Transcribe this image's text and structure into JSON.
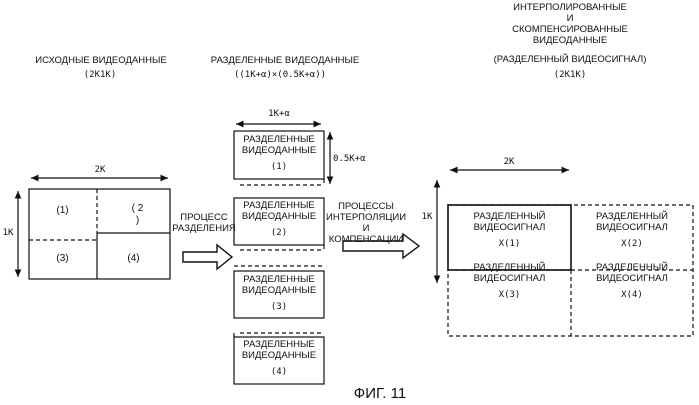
{
  "source_column": {
    "title": "ИСХОДНЫЕ ВИДЕОДАННЫЕ",
    "resolution": "(2K1K)",
    "width_label": "2K",
    "height_label": "1K",
    "cells": [
      "(1)",
      "( 2\n)",
      "(3)",
      "(4)"
    ]
  },
  "split_column": {
    "title": "РАЗДЕЛЕННЫЕ ВИДЕОДАННЫЕ",
    "resolution": "((1K+α)×(0.5K+α))",
    "width_label": "1K+α",
    "height_label": "0.5K+α",
    "block_label": "РАЗДЕЛЕННЫЕ\nВИДЕОДАННЫЕ",
    "blocks": [
      "(1)",
      "(2)",
      "(3)",
      "(4)"
    ]
  },
  "process_1": "ПРОЦЕСС\nРАЗДЕЛЕНИЯ",
  "process_2": "ПРОЦЕССЫ\nИНТЕРПОЛЯЦИИ\nИ КОМПЕНСАЦИИ",
  "result_column": {
    "title": "ИНТЕРПОЛИРОВАННЫЕ\nИ\nСКОМПЕНСИРОВАННЫЕ\nВИДЕОДАННЫЕ",
    "subtitle": "(РАЗДЕЛЕННЫЙ ВИДЕОСИГНАЛ)",
    "resolution": "(2K1K)",
    "width_label": "2K",
    "height_label": "1K",
    "cell_label": "РАЗДЕЛЕННЫЙ\nВИДЕОСИГНАЛ",
    "cells": [
      "X(1)",
      "X(2)",
      "X(3)",
      "X(4)"
    ]
  },
  "figure_caption": "ФИГ. 11"
}
